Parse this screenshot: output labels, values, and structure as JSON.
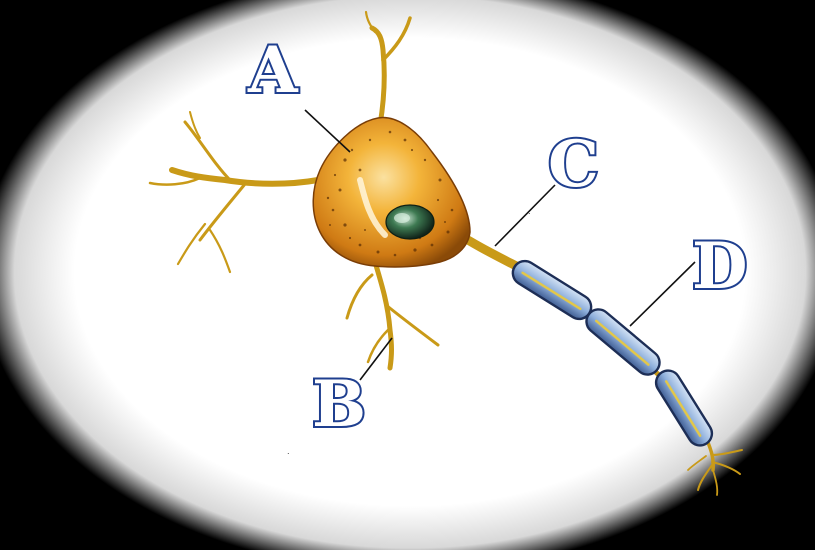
{
  "labels": [
    {
      "id": "A",
      "text": "A",
      "part": "cell-body"
    },
    {
      "id": "B",
      "text": "B",
      "part": "dendrite"
    },
    {
      "id": "C",
      "text": "C",
      "part": "axon"
    },
    {
      "id": "D",
      "text": "D",
      "part": "myelin-sheath"
    }
  ],
  "colors": {
    "background": "#000000",
    "vignette_center": "#ffffff",
    "soma_light": "#f3b43a",
    "soma_dark": "#b8650b",
    "dendrite": "#c99a18",
    "nucleus": "#2f5b3a",
    "myelin_fill": "#a9c3e6",
    "myelin_edge": "#1d2e56",
    "myelin_core": "#e2c74a",
    "label_fill": "#ffffff",
    "label_stroke": "#1f3f8f"
  }
}
